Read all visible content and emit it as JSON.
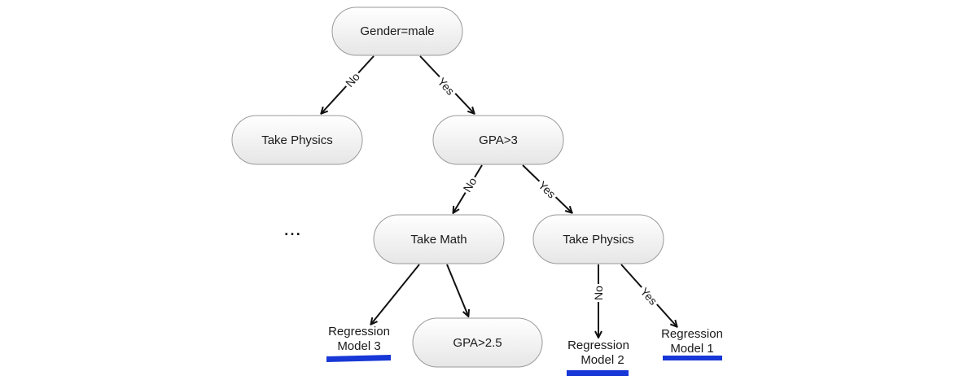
{
  "colors": {
    "highlight": "#1737d6",
    "edge": "#111111",
    "node_fill_top": "#ffffff",
    "node_fill_bottom": "#e6e6e6",
    "node_border": "#9a9a9a"
  },
  "nodes": {
    "gender_male": "Gender=male",
    "take_physics_left": "Take Physics",
    "gpa_gt_3": "GPA>3",
    "take_math": "Take Math",
    "take_physics_right": "Take Physics",
    "gpa_gt_2_5": "GPA>2.5"
  },
  "edges": {
    "gender_no": "No",
    "gender_yes": "Yes",
    "gpa3_no": "No",
    "gpa3_yes": "Yes",
    "physics_no": "No",
    "physics_yes": "Yes"
  },
  "leaves": {
    "model_3": {
      "line1": "Regression",
      "line2": "Model 3"
    },
    "model_2": {
      "line1": "Regression",
      "line2": "Model 2"
    },
    "model_1": {
      "line1": "Regression",
      "line2": "Model 1"
    }
  },
  "ellipsis": "..."
}
